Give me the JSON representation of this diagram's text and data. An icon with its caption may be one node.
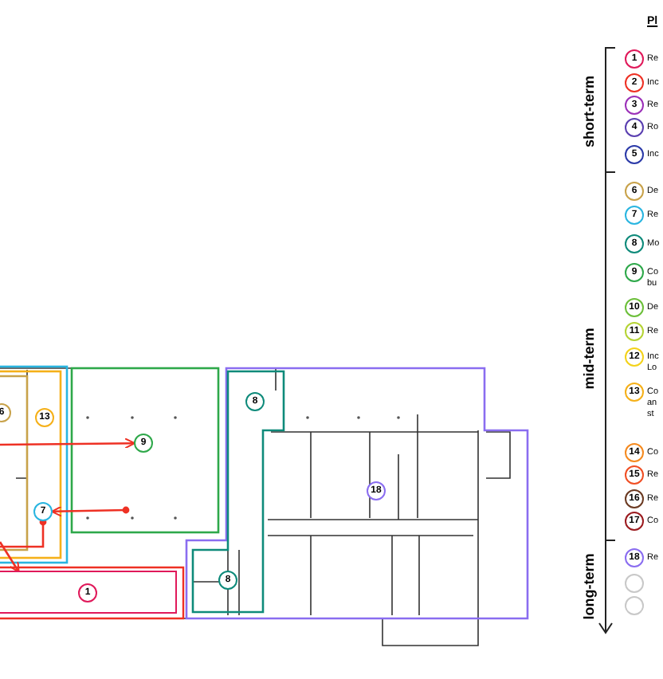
{
  "diagram": {
    "nodes": [
      {
        "text": [
          "6"
        ]
      },
      {
        "text": [
          "13"
        ]
      },
      {
        "text": [
          "8"
        ]
      },
      {
        "text": [
          "9"
        ]
      },
      {
        "text": [
          "18"
        ]
      },
      {
        "text": [
          "7"
        ]
      },
      {
        "text": [
          "8"
        ]
      },
      {
        "text": [
          "1"
        ]
      },
      {
        "text": [
          "1"
        ],
        "beside": [
          "Re"
        ]
      },
      {
        "text": [
          "2"
        ],
        "beside": [
          "Inc"
        ]
      },
      {
        "text": [
          "3"
        ],
        "beside": [
          "Re"
        ]
      },
      {
        "text": [
          "4"
        ],
        "beside": [
          "Ro"
        ]
      },
      {
        "text": [
          "5"
        ],
        "beside": [
          "Inc"
        ]
      },
      {
        "text": [
          "6"
        ],
        "beside": [
          "De"
        ]
      },
      {
        "text": [
          "7"
        ],
        "beside": [
          "Re"
        ]
      },
      {
        "text": [
          "8"
        ],
        "beside": [
          "Mo"
        ]
      },
      {
        "text": [
          "9"
        ],
        "beside": [
          "Co bu"
        ]
      },
      {
        "text": [
          "10"
        ],
        "beside": [
          "De"
        ]
      },
      {
        "text": [
          "11"
        ],
        "beside": [
          "Re"
        ]
      },
      {
        "text": [
          "12"
        ],
        "beside": [
          "Inc Lo"
        ]
      },
      {
        "text": [
          "13"
        ],
        "beside": [
          "Co an st"
        ]
      },
      {
        "text": [
          "14"
        ],
        "beside": [
          "Co"
        ]
      },
      {
        "text": [
          "15"
        ],
        "beside": [
          "Re"
        ]
      },
      {
        "text": [
          "16"
        ],
        "beside": [
          "Re"
        ]
      },
      {
        "text": [
          "17"
        ],
        "beside": [
          "Co"
        ]
      },
      {
        "text": [
          "18"
        ],
        "beside": [
          "Re"
        ]
      },
      {
        "text": [],
        "shape": "circle"
      },
      {
        "text": [],
        "shape": "circle"
      }
    ],
    "edges": [
      {
        "from": null,
        "to": 3,
        "arrow": "to"
      },
      {
        "from": null,
        "to": 5,
        "arrow": "to"
      },
      {
        "from": null,
        "to": 7,
        "arrow": "to"
      },
      {
        "from": 5,
        "to": null,
        "arrow": "other"
      }
    ],
    "labels": [
      "Pl",
      "short-term",
      "mid-term",
      "long-term"
    ]
  }
}
